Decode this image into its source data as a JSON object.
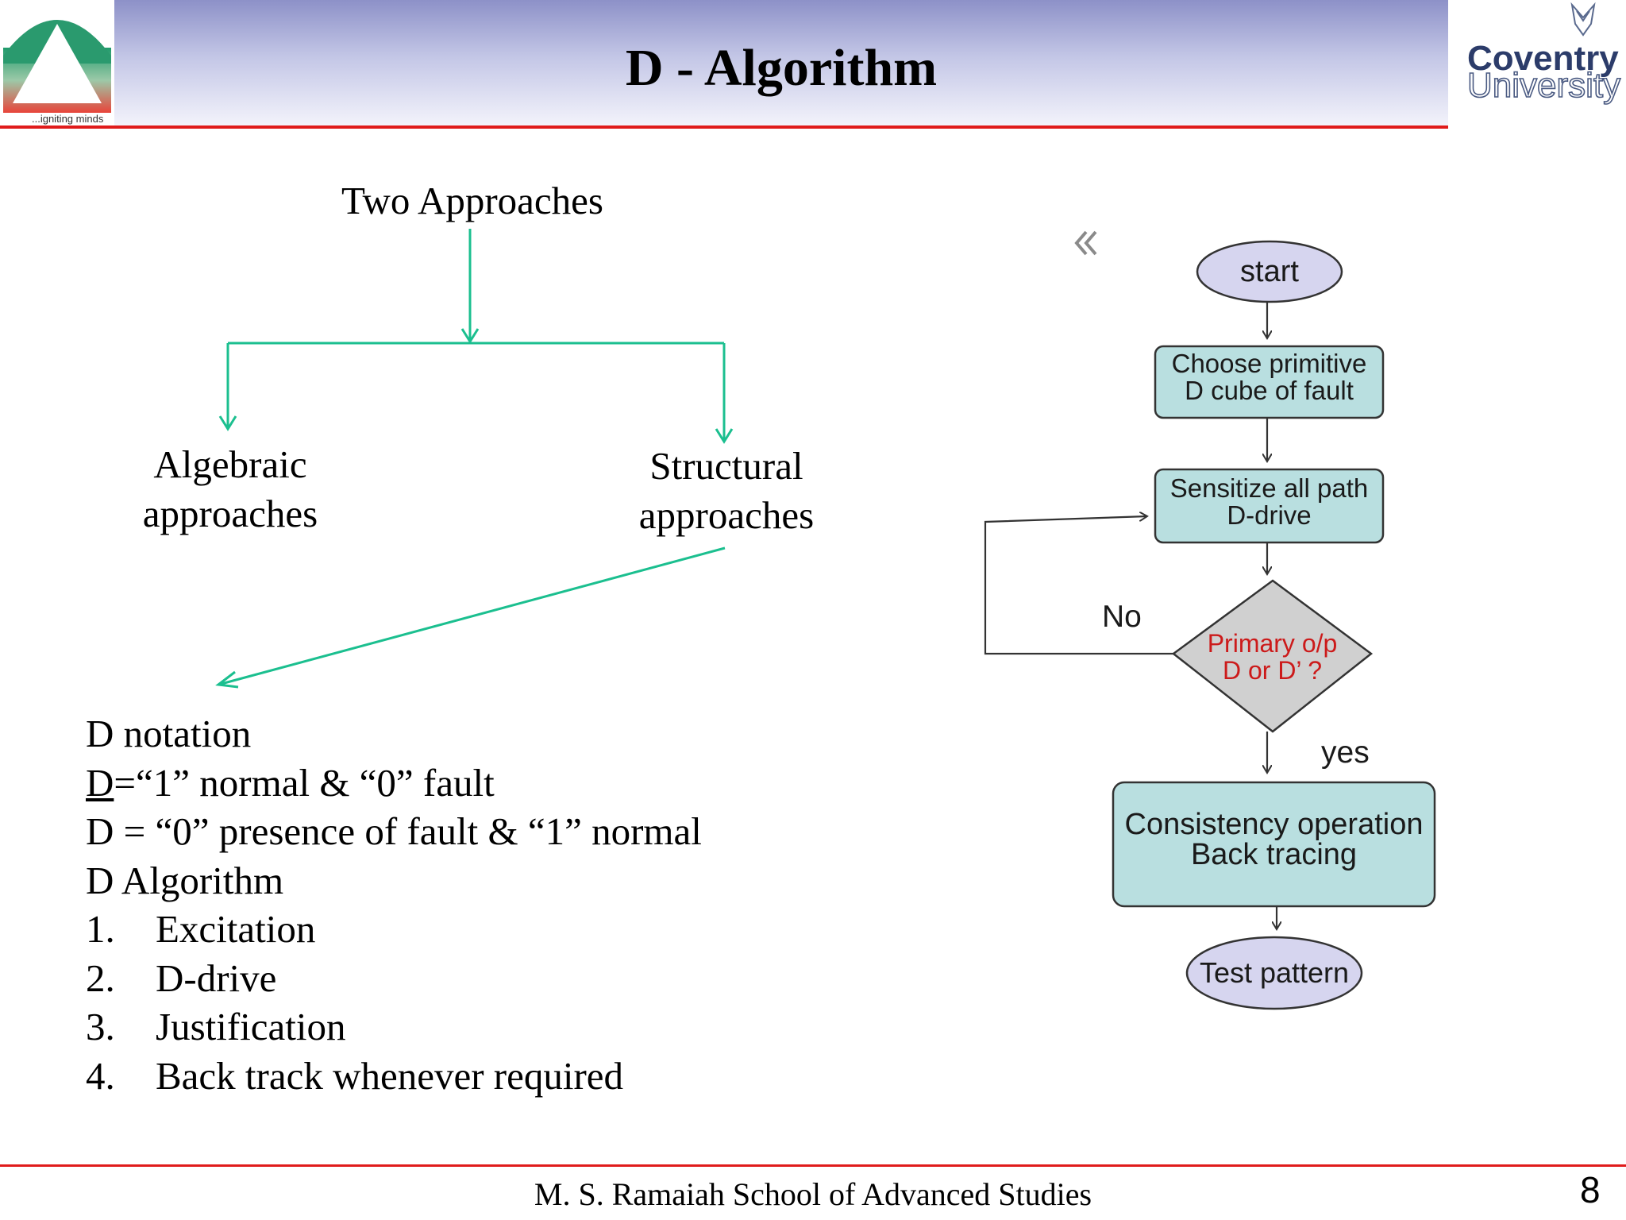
{
  "header": {
    "title": "D - Algorithm",
    "left_logo_tagline": "...igniting minds",
    "right_logo_line1": "Coventry",
    "right_logo_line2": "University"
  },
  "approaches": {
    "title": "Two Approaches",
    "left": "Algebraic approaches",
    "right": "Structural approaches"
  },
  "notes": {
    "lines": [
      "D notation",
      "=“1” normal & “0” fault",
      "D = “0” presence of fault & “1” normal",
      "D Algorithm"
    ],
    "underlined_symbol": "D",
    "steps": [
      {
        "num": "1.",
        "text": "Excitation"
      },
      {
        "num": "2.",
        "text": "D-drive"
      },
      {
        "num": "3.",
        "text": "Justification"
      },
      {
        "num": "4.",
        "text": "Back track whenever required"
      }
    ]
  },
  "flowchart": {
    "start": "start",
    "box1_line1": "Choose primitive",
    "box1_line2": "D cube of fault",
    "box2_line1": "Sensitize  all path",
    "box2_line2": "D-drive",
    "decision_line1": "Primary o/p",
    "decision_line2": "D or D’ ?",
    "no_label": "No",
    "yes_label": "yes",
    "box3_line1": "Consistency operation",
    "box3_line2": "Back tracing",
    "end": "Test pattern",
    "decision_text_color": "#cc1a1a",
    "process_fill": "#b9dfe0",
    "terminal_fill": "#d6d5ef",
    "decision_fill": "#d0d0d0"
  },
  "footer": {
    "institution": "M. S. Ramaiah School of Advanced Studies",
    "page_number": "8"
  },
  "colors": {
    "accent_line": "#e01b1b",
    "arrow_teal": "#1bbf8f"
  }
}
